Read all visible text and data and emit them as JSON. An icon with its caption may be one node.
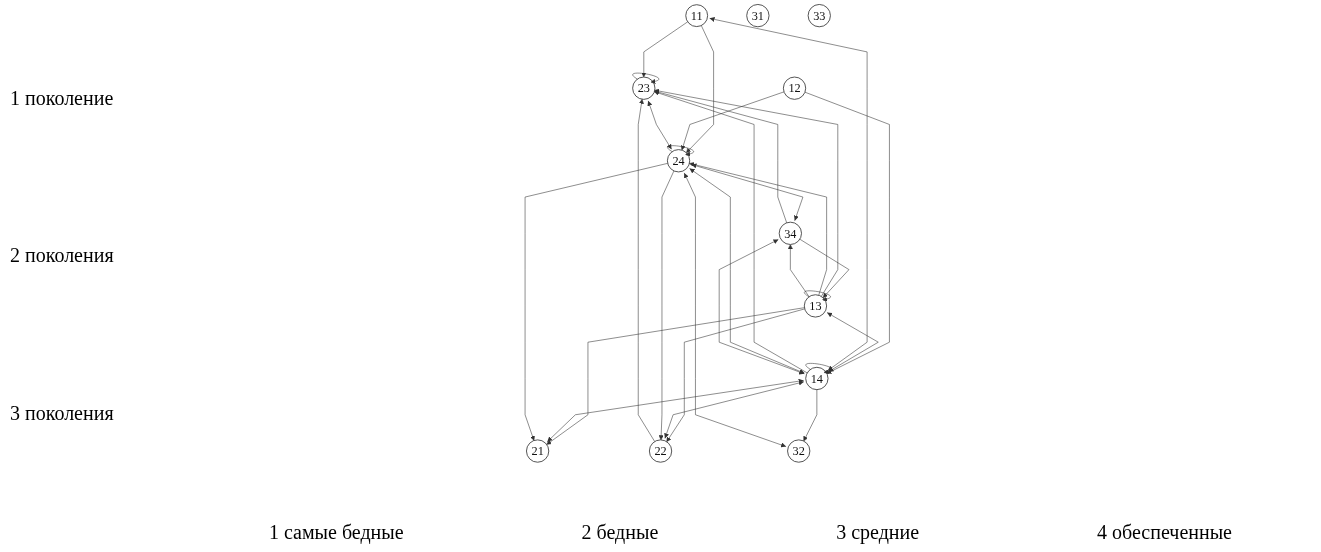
{
  "diagram": {
    "nodes": [
      {
        "text": [
          "11"
        ]
      },
      {
        "text": [
          "12"
        ]
      },
      {
        "text": [
          "13"
        ]
      },
      {
        "text": [
          "14"
        ]
      },
      {
        "text": [
          "21"
        ]
      },
      {
        "text": [
          "22"
        ]
      },
      {
        "text": [
          "23"
        ]
      },
      {
        "text": [
          "24"
        ]
      },
      {
        "text": [
          "31"
        ]
      },
      {
        "text": [
          "32"
        ]
      },
      {
        "text": [
          "33"
        ]
      },
      {
        "text": [
          "34"
        ]
      }
    ],
    "edges": [
      {
        "from": 3,
        "to": 0,
        "arrow": "both"
      },
      {
        "from": 1,
        "to": 3,
        "arrow": "to"
      },
      {
        "from": 2,
        "to": 2,
        "arrow": "to"
      },
      {
        "from": 3,
        "to": 3,
        "arrow": "to"
      },
      {
        "from": 2,
        "to": 3,
        "arrow": "both"
      },
      {
        "from": 0,
        "to": 6,
        "arrow": "to"
      },
      {
        "from": 0,
        "to": 7,
        "arrow": "to"
      },
      {
        "from": 1,
        "to": 7,
        "arrow": "to"
      },
      {
        "from": 2,
        "to": 4,
        "arrow": "to"
      },
      {
        "from": 3,
        "to": 4,
        "arrow": "both"
      },
      {
        "from": 2,
        "to": 5,
        "arrow": "to"
      },
      {
        "from": 3,
        "to": 5,
        "arrow": "both"
      },
      {
        "from": 2,
        "to": 6,
        "arrow": "to"
      },
      {
        "from": 3,
        "to": 6,
        "arrow": "to"
      },
      {
        "from": 2,
        "to": 7,
        "arrow": "to"
      },
      {
        "from": 2,
        "to": 11,
        "arrow": "to"
      },
      {
        "from": 11,
        "to": 2,
        "arrow": "to"
      },
      {
        "from": 3,
        "to": 7,
        "arrow": "both"
      },
      {
        "from": 7,
        "to": 7,
        "arrow": "to"
      },
      {
        "from": 5,
        "to": 6,
        "arrow": "to"
      },
      {
        "from": 6,
        "to": 7,
        "arrow": "both"
      },
      {
        "from": 7,
        "to": 5,
        "arrow": "to"
      },
      {
        "from": 7,
        "to": 4,
        "arrow": "to"
      },
      {
        "from": 6,
        "to": 6,
        "arrow": "to"
      },
      {
        "from": 3,
        "to": 9,
        "arrow": "to"
      },
      {
        "from": 7,
        "to": 9,
        "arrow": "both"
      },
      {
        "from": 11,
        "to": 6,
        "arrow": "to"
      },
      {
        "from": 7,
        "to": 11,
        "arrow": "both"
      },
      {
        "from": 3,
        "to": 11,
        "arrow": "both"
      }
    ],
    "labels": [
      "1 поколение",
      "2 поколения",
      "3 поколения",
      "1 самые бедные",
      "2 бедные",
      "3 средние",
      "4 обеспеченные"
    ]
  }
}
